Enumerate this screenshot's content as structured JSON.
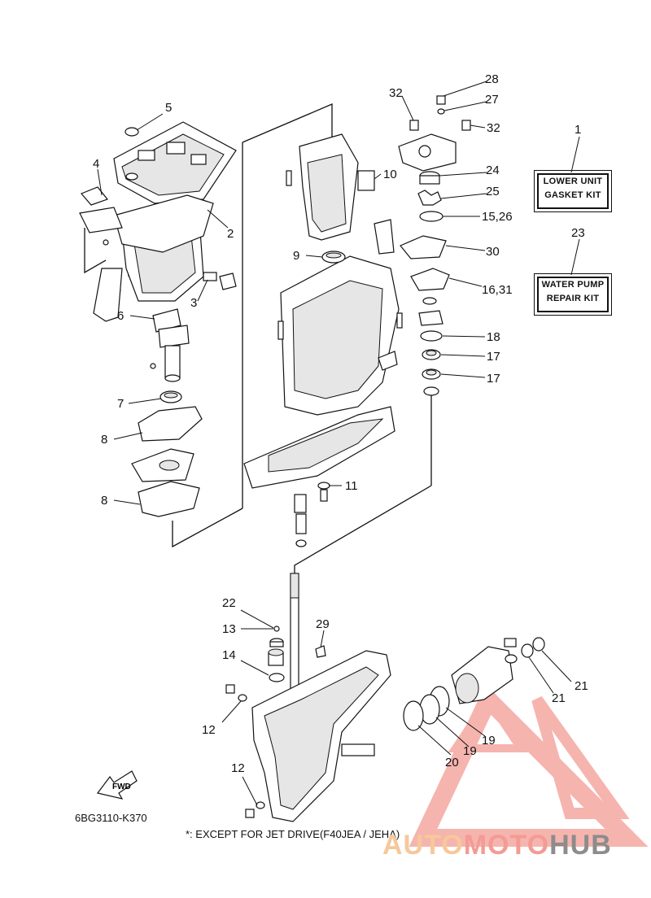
{
  "callouts": {
    "c1": "1",
    "c2": "2",
    "c3": "3",
    "c4": "4",
    "c5": "5",
    "c6": "6",
    "c7": "7",
    "c8a": "8",
    "c8b": "8",
    "c9": "9",
    "c10": "10",
    "c11": "11",
    "c12a": "12",
    "c12b": "12",
    "c13": "13",
    "c14": "14",
    "c15_26": "15,26",
    "c16_31": "16,31",
    "c17a": "17",
    "c17b": "17",
    "c18": "18",
    "c19a": "19",
    "c19b": "19",
    "c20": "20",
    "c21a": "21",
    "c21b": "21",
    "c22": "22",
    "c23": "23",
    "c24": "24",
    "c25": "25",
    "c27": "27",
    "c28": "28",
    "c29": "29",
    "c30": "30",
    "c32a": "32",
    "c32b": "32"
  },
  "kits": {
    "lower_unit": {
      "line1": "LOWER UNIT",
      "line2": "GASKET KIT"
    },
    "water_pump": {
      "line1": "WATER PUMP",
      "line2": "REPAIR KIT"
    }
  },
  "fwd_label": "FWD",
  "diagram_code": "6BG3110-K370",
  "footnote": "*: EXCEPT FOR JET DRIVE(F40JEA / JEHA)",
  "watermark": {
    "part1": "AUTO",
    "part2": "MOTO",
    "part3": "HUB"
  },
  "colors": {
    "watermark_orange": "#f6c89a",
    "watermark_red": "#f39b94",
    "watermark_gray": "#8c8c8c",
    "line": "#111111"
  }
}
